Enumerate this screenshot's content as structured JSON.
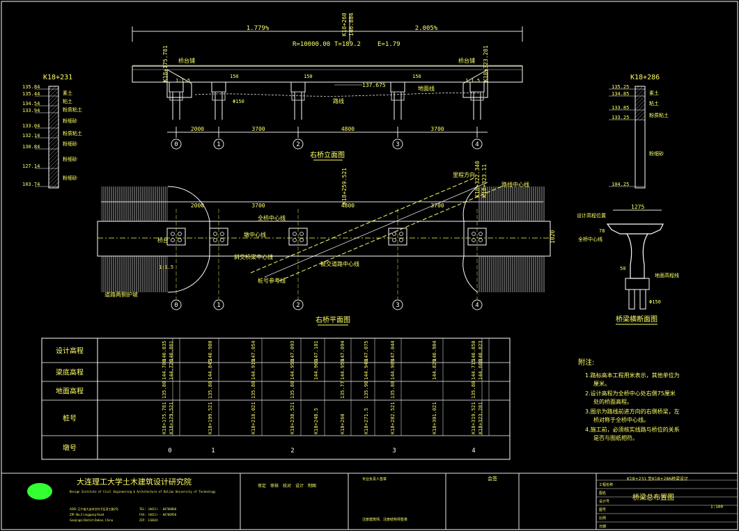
{
  "elevation": {
    "grade_left": "1.779%",
    "grade_right": "2.005%",
    "curve_R": "R=10000.00",
    "curve_T": "T=189.2",
    "curve_E": "E=1.79",
    "top_station": "K18+260",
    "top_elev": "146.884",
    "left_station": "K18+175.781",
    "right_station": "K18+323.281",
    "level_label": "137.675",
    "spans": [
      "2000",
      "3700",
      "4800",
      "3700"
    ],
    "pier_dims": [
      "150",
      "150",
      "150"
    ],
    "pile_dim": "Φ150",
    "axes": [
      "0",
      "1",
      "2",
      "3",
      "4"
    ],
    "title": "右桥立面图",
    "callouts": {
      "abutment_left": "桥台铺",
      "abutment_right": "桥台铺",
      "road": "路线",
      "bed": "地面线"
    }
  },
  "plan": {
    "title": "右桥平面图",
    "spans": [
      "2000",
      "3700",
      "4800",
      "3700"
    ],
    "axes": [
      "0",
      "1",
      "2",
      "3",
      "4"
    ],
    "station_mid": "K18+259.521",
    "station_right_a": "K18+322.340",
    "station_right_b": "K18+323.11",
    "width_dim": "1020",
    "labels": {
      "bridge_center": "全桥中心线",
      "road_center": "路线中心线",
      "pier_center": "墩中心线",
      "skew_center": "斜交桥梁中心线",
      "cross_center": "被交道路中心线",
      "guard_note": "道路两侧护坡",
      "ref_line": "桩号参考线",
      "direction": "里程方向",
      "abutment": "桥台",
      "slope_ratio": "1:1.5"
    }
  },
  "left_column": {
    "station": "K18+231",
    "elevations": [
      "135.84",
      "135.44",
      "134.54",
      "133.94",
      "133.04",
      "132.14",
      "130.84",
      "127.14",
      "103.74"
    ],
    "soils": [
      "素土",
      "粘土",
      "粉质粘土",
      "粉细砂",
      "粉质粘土",
      "粉细砂",
      "粉细砂",
      "粉细砂"
    ]
  },
  "right_column": {
    "station": "K18+286",
    "elevations": [
      "135.25",
      "134.85",
      "133.85",
      "133.25",
      "104.25"
    ],
    "soils": [
      "素土",
      "粘土",
      "粉质粘土",
      "粉细砂"
    ]
  },
  "cross_section": {
    "title": "桥梁横断面图",
    "top_dim": "1275",
    "labels": {
      "design": "设计高程位置",
      "center": "全桥中心线",
      "ground": "地面高程线"
    },
    "dims": [
      "78",
      "50",
      "Φ150"
    ]
  },
  "table": {
    "rows": [
      "设计高程",
      "梁底高程",
      "地面高程",
      "桩号",
      "墩号"
    ],
    "design": [
      "146.835",
      "146.861",
      "146.980",
      "147.054",
      "147.093",
      "147.101",
      "147.094",
      "147.075",
      "147.044",
      "146.984",
      "146.850",
      "146.823"
    ],
    "beam": [
      "144.700",
      "144.726",
      "144.845",
      "144.919",
      "144.958",
      "144.966",
      "144.959",
      "144.940",
      "144.909",
      "144.829",
      "144.715",
      "144.688"
    ],
    "ground": [
      "135.80",
      "135.80",
      "135.80",
      "135.80",
      "135.77",
      "135.90",
      "135.80",
      "135.80"
    ],
    "stations": [
      "K18+175.781",
      "K18+179.521",
      "K18+199.521",
      "K18+218.021",
      "K18+238.521",
      "K18+248.5",
      "K18+260",
      "K18+271.5",
      "K18+282.521",
      "K18+301.021",
      "K18+319.521",
      "K18+323.281"
    ],
    "piers": [
      "0",
      "1",
      "2",
      "3",
      "4"
    ]
  },
  "notes": {
    "title": "附注:",
    "items": [
      "1.路标高本工程用米表示，其他单位为厘米。",
      "2.设计高程为全桥中心处右侧75厘米处的桥面高程。",
      "3.图示为路线前进方向的右侧桥梁，左桥对称于全桥中心线。",
      "4.施工前，必须核实线路与桥位的关系是否与图纸相符。"
    ]
  },
  "titleblock": {
    "org_cn": "大连理工大学土木建筑设计研究院",
    "org_en": "Design Institute of Civil Engineering & Architecture of Dalian University of Technology",
    "addr": [
      "ADD: 辽宁省大连市甘井子区凌工路2号",
      "ZIP: No.2 Linggong Road",
      "Ganjingzi District Dalian, China"
    ],
    "tel": [
      "TEL: (0411) - 84706860",
      "FAX: (0411) - 84706950",
      "ZIP: 116024"
    ],
    "roles": [
      "审定",
      "审核",
      "校对",
      "设计",
      "制图"
    ],
    "project": "K18+231 至K18+286桥梁设计",
    "drawing_title": "桥梁总布置图",
    "scale": "1:100",
    "fields": [
      "工程名称",
      "图名",
      "设计号",
      "图号",
      "比例",
      "日期"
    ],
    "seal_label": "专业负责人签章",
    "registered": "注册建筑师、注册结构师签章",
    "approve": "会签"
  }
}
